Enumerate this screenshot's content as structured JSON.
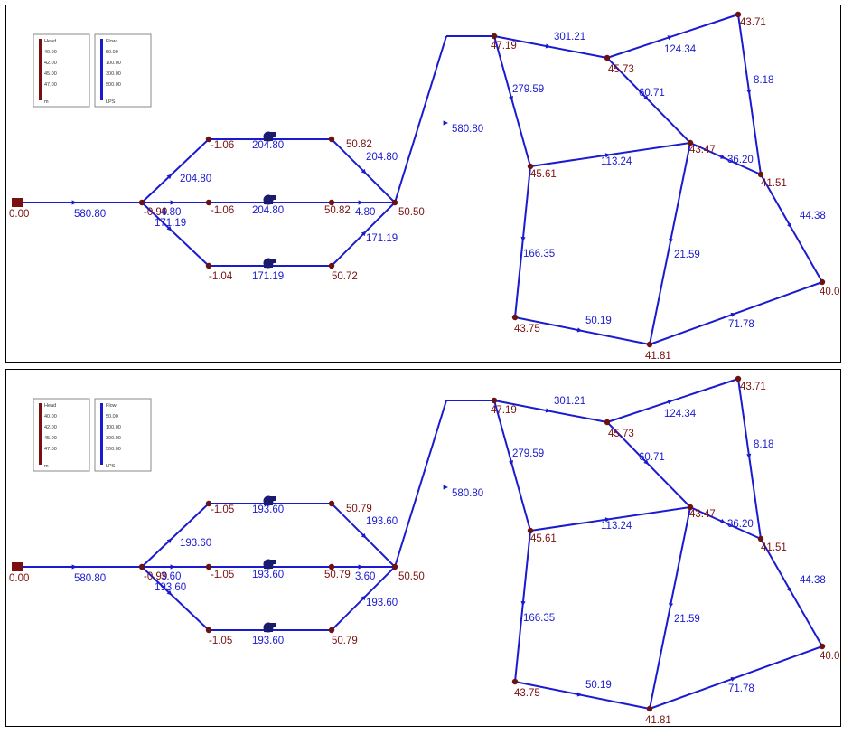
{
  "colors": {
    "head_label": "#7b1010",
    "flow_label": "#1a1ad0",
    "node": "#6b1212",
    "reservoir": "#7b1010",
    "pump": "#1a1a6e"
  },
  "legend": {
    "head": {
      "title": "Head",
      "values": [
        "40.00",
        "42.00",
        "45.00",
        "47.00"
      ],
      "unit": "m"
    },
    "flow": {
      "title": "Flow",
      "values": [
        "50.00",
        "100.00",
        "300.00",
        "500.00"
      ],
      "unit": "LPS"
    }
  },
  "panels": [
    {
      "name": "top",
      "heads": {
        "r": "0.00",
        "j1": "-0.99",
        "pUi": "-1.06",
        "pMi": "-1.06",
        "pLi": "-1.04",
        "pUo": "50.82",
        "pMo": "50.82",
        "pLo": "50.72",
        "j2": "50.50",
        "A": "47.19",
        "B": "45.73",
        "C": "43.71",
        "D": "45.61",
        "E": "43.47",
        "F": "41.51",
        "G": "43.75",
        "H": "41.81",
        "I": "40.0"
      },
      "flows": {
        "r_j1": "580.80",
        "up_in": "204.80",
        "up_pump": "204.80",
        "up_out": "204.80",
        "mid_in": "4.80",
        "mid_pump": "204.80",
        "mid_out": "4.80",
        "lo_in": "171.19",
        "lo_pump": "171.19",
        "lo_out": "171.19",
        "riser": "580.80",
        "A_B": "301.21",
        "B_C": "124.34",
        "A_D": "279.59",
        "B_E": "60.71",
        "C_F": "8.18",
        "D_E": "113.24",
        "E_F": "36.20",
        "D_G": "166.35",
        "E_H": "21.59",
        "F_I": "44.38",
        "G_H": "50.19",
        "H_I": "71.78"
      }
    },
    {
      "name": "bottom",
      "heads": {
        "r": "0.00",
        "j1": "-0.99",
        "pUi": "-1.05",
        "pMi": "-1.05",
        "pLi": "-1.05",
        "pUo": "50.79",
        "pMo": "50.79",
        "pLo": "50.79",
        "j2": "50.50",
        "A": "47.19",
        "B": "45.73",
        "C": "43.71",
        "D": "45.61",
        "E": "43.47",
        "F": "41.51",
        "G": "43.75",
        "H": "41.81",
        "I": "40.0"
      },
      "flows": {
        "r_j1": "580.80",
        "up_in": "193.60",
        "up_pump": "193.60",
        "up_out": "193.60",
        "mid_in": "3.60",
        "mid_pump": "193.60",
        "mid_out": "3.60",
        "lo_in": "193.60",
        "lo_pump": "193.60",
        "lo_out": "193.60",
        "riser": "580.80",
        "A_B": "301.21",
        "B_C": "124.34",
        "A_D": "279.59",
        "B_E": "60.71",
        "C_F": "8.18",
        "D_E": "113.24",
        "E_F": "36.20",
        "D_G": "166.35",
        "E_H": "21.59",
        "F_I": "44.38",
        "G_H": "50.19",
        "H_I": "71.78"
      }
    }
  ]
}
